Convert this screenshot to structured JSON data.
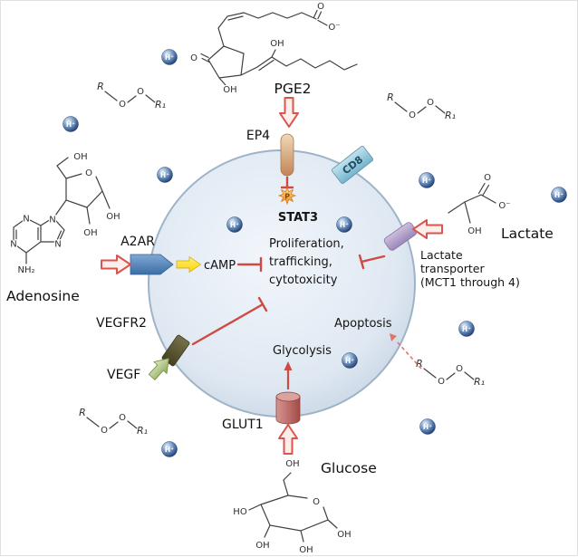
{
  "labels": {
    "pge2": "PGE2",
    "ep4": "EP4",
    "stat3": "STAT3",
    "phospho": "P",
    "cd8": "CD8",
    "a2ar": "A2AR",
    "adenosine": "Adenosine",
    "camp": "cAMP",
    "vegfr2": "VEGFR2",
    "vegf": "VEGF",
    "glut1": "GLUT1",
    "glucose": "Glucose",
    "lactate": "Lactate",
    "glycolysis": "Glycolysis",
    "apoptosis": "Apoptosis",
    "central_lines": [
      "Proliferation,",
      "trafficking,",
      "cytotoxicity"
    ],
    "transporter_lines": [
      "Lactate",
      "transporter",
      "(MCT1 through 4)"
    ]
  },
  "ion": {
    "label": "H⁺",
    "count": 11
  },
  "peroxide": {
    "r": "R",
    "o1": "O",
    "o2": "O",
    "r1": "R₁"
  },
  "molecules": {
    "pge2": [
      "O",
      "O⁻",
      "O",
      "OH",
      "OH"
    ],
    "adenosine": [
      "OH",
      "O",
      "OH",
      "OH",
      "N",
      "N",
      "N",
      "N",
      "NH₂"
    ],
    "lactate": [
      "O",
      "O⁻",
      "OH"
    ],
    "glucose": [
      "OH",
      "O",
      "HO",
      "OH",
      "OH",
      "OH"
    ]
  },
  "colors": {
    "inhibition_red": "#cf4a42",
    "cell_fill": "#dfe8f2",
    "cell_border": "#9fb3c8",
    "ep4_tan": "#c28457",
    "cd8_blue": "#74b4cd",
    "a2ar_blue": "#3c6da6",
    "camp_yellow": "#fdd400",
    "mct_purple": "#9b87b8",
    "vegf_green": "#8fa95c",
    "vegfr2_olive": "#45401f",
    "glut1_red": "#a04c48",
    "phospho_orange": "#f08f25",
    "ion_blue": "#44689c"
  }
}
